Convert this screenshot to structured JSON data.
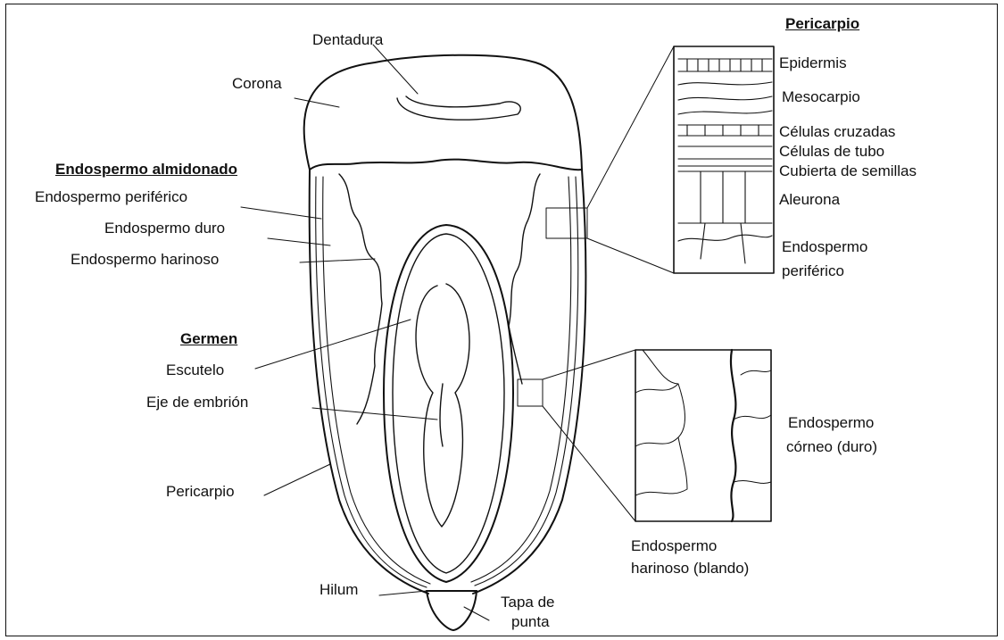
{
  "headings": {
    "pericarpio": "Pericarpio",
    "endospermo_almidonado": "Endospermo almidonado",
    "germen": "Germen"
  },
  "labels": {
    "dentadura": "Dentadura",
    "corona": "Corona",
    "endospermo_periferico": "Endospermo periférico",
    "endospermo_duro": "Endospermo duro",
    "endospermo_harinoso": "Endospermo harinoso",
    "escutelo": "Escutelo",
    "eje_de_embrion": "Eje de embrión",
    "pericarpio": "Pericarpio",
    "hilum": "Hilum",
    "tapa_de_punta_1": "Tapa de",
    "tapa_de_punta_2": "punta"
  },
  "pericarp_inset": {
    "epidermis": "Epidermis",
    "mesocarpio": "Mesocarpio",
    "celulas_cruzadas": "Células cruzadas",
    "celulas_de_tubo": "Células de tubo",
    "cubierta_de_semillas": "Cubierta de semillas",
    "aleurona": "Aleurona",
    "endospermo_periferico_1": "Endospermo",
    "endospermo_periferico_2": "periférico"
  },
  "endosperm_inset": {
    "corneo_1": "Endospermo",
    "corneo_2": "córneo (duro)",
    "harinoso_1": "Endospermo",
    "harinoso_2": "harinoso (blando)"
  },
  "colors": {
    "ink": "#111111",
    "background": "#ffffff"
  }
}
